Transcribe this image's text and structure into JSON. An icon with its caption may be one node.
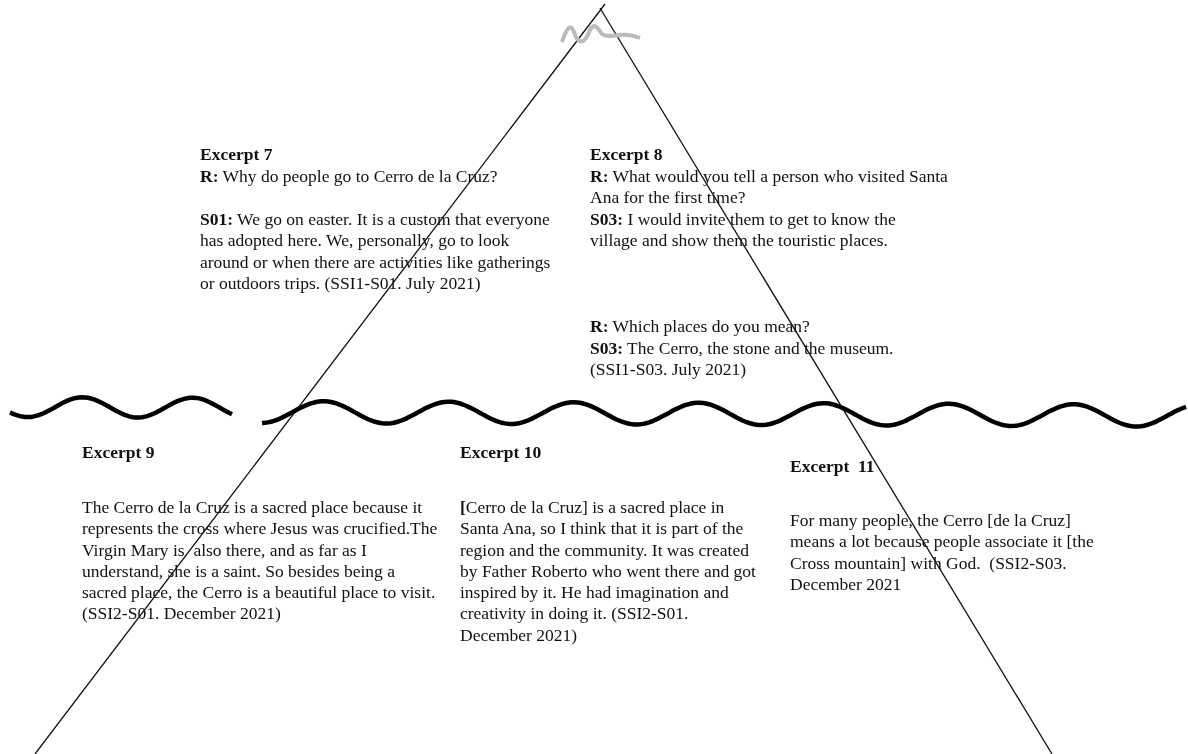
{
  "diagram": {
    "labels": [
      "Excerpt 7",
      "**R:** Why do people go to Cerro de la Cruz?",
      "**S01:** We go on easter. It is a custom that everyone has adopted here. We, personally, go to look around or when there are activities like gatherings or outdoors trips. (SSI1-S01. July 2021)",
      "Excerpt 8",
      "**R:** What would you tell a person who visited Santa Ana for the first time?",
      "**S03:** I would invite them to get to know the village and show them the touristic places.",
      "**R:** Which places do you mean?",
      "**S03:** The Cerro, the stone and the museum. (SSI1-S03. July 2021)",
      "Excerpt 9",
      "The Cerro de la Cruz is a sacred place because it represents the cross where Jesus was crucified.The Virgin Mary is  also there, and as far as I understand, she is a saint. So besides being a sacred place, the Cerro is a beautiful place to visit. (SSI2-S01. December 2021)",
      "Excerpt 10",
      "**[**Cerro de la Cruz] is a sacred place in Santa Ana, so I think that it is part of the region and the community. It was created by Father Roberto who went there and got inspired by it. He had imagination and creativity in doing it. (SSI2-S01. December 2021)",
      "Excerpt  11",
      "For many people, the Cerro [de la Cruz] means a lot because people associate it [the Cross mountain] with God.  (SSI2-S03. December 2021"
    ]
  }
}
